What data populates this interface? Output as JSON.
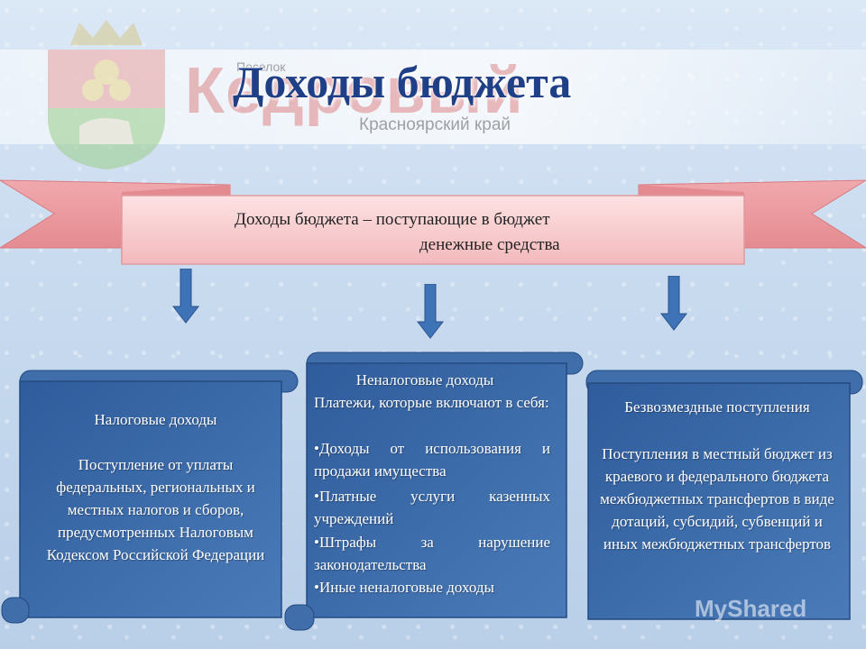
{
  "title": "Доходы бюджета",
  "watermark": {
    "small_label": "Поселок",
    "town": "Кедровый",
    "region": "Красноярский край",
    "site_logo": "MyShared"
  },
  "banner": {
    "line1": "Доходы бюджета – поступающие в бюджет",
    "line2": "денежные средства"
  },
  "boxes": [
    {
      "heading": "Налоговые  доходы",
      "body": "Поступление от уплаты федеральных, региональных и местных налогов и сборов, предусмотренных Налоговым Кодексом Российской Федерации"
    },
    {
      "heading": "Неналоговые доходы",
      "intro": "Платежи, которые включают в себя:",
      "bullets": [
        "•Доходы от использования и продажи имущества",
        "•Платные услуги казенных учреждений",
        "•Штрафы за нарушение законодательства",
        "•Иные неналоговые доходы"
      ]
    },
    {
      "heading": "Безвозмездные поступления",
      "body": "Поступления в местный бюджет из краевого и федерального бюджета межбюджетных трансфертов в виде дотаций, субсидий, субвенций и иных межбюджетных трансфертов"
    }
  ],
  "colors": {
    "title": "#1f3f86",
    "scroll_fill": "#3c6aa8",
    "ribbon_fill": "#f6c7c9",
    "arrow_fill": "#3f73b8"
  }
}
